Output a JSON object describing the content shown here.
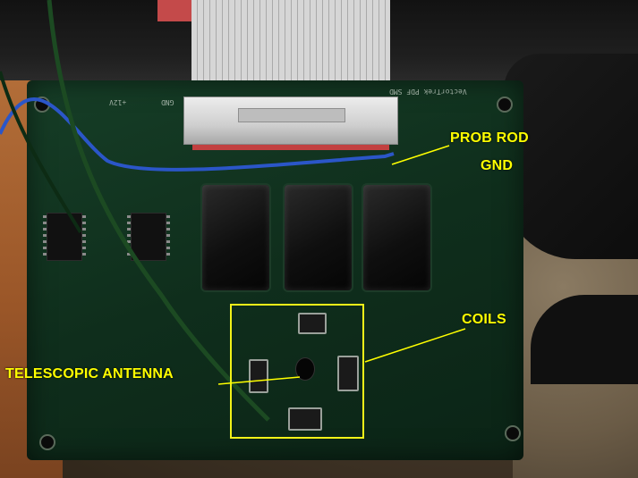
{
  "annotations": {
    "prob_rod": "PROB ROD",
    "gnd": "GND",
    "coils": "COILS",
    "telescopic_antenna": "TELESCOPIC ANTENNA"
  },
  "board": {
    "silkscreen_title": "VectorTrek PDF SMD",
    "silkscreen_gnd": "GND",
    "silkscreen_12v": "+12V"
  },
  "colors": {
    "annotation": "#ffff00",
    "board": "#123825",
    "wire_blue": "#2b56c8",
    "wire_green": "#1c4a22"
  }
}
